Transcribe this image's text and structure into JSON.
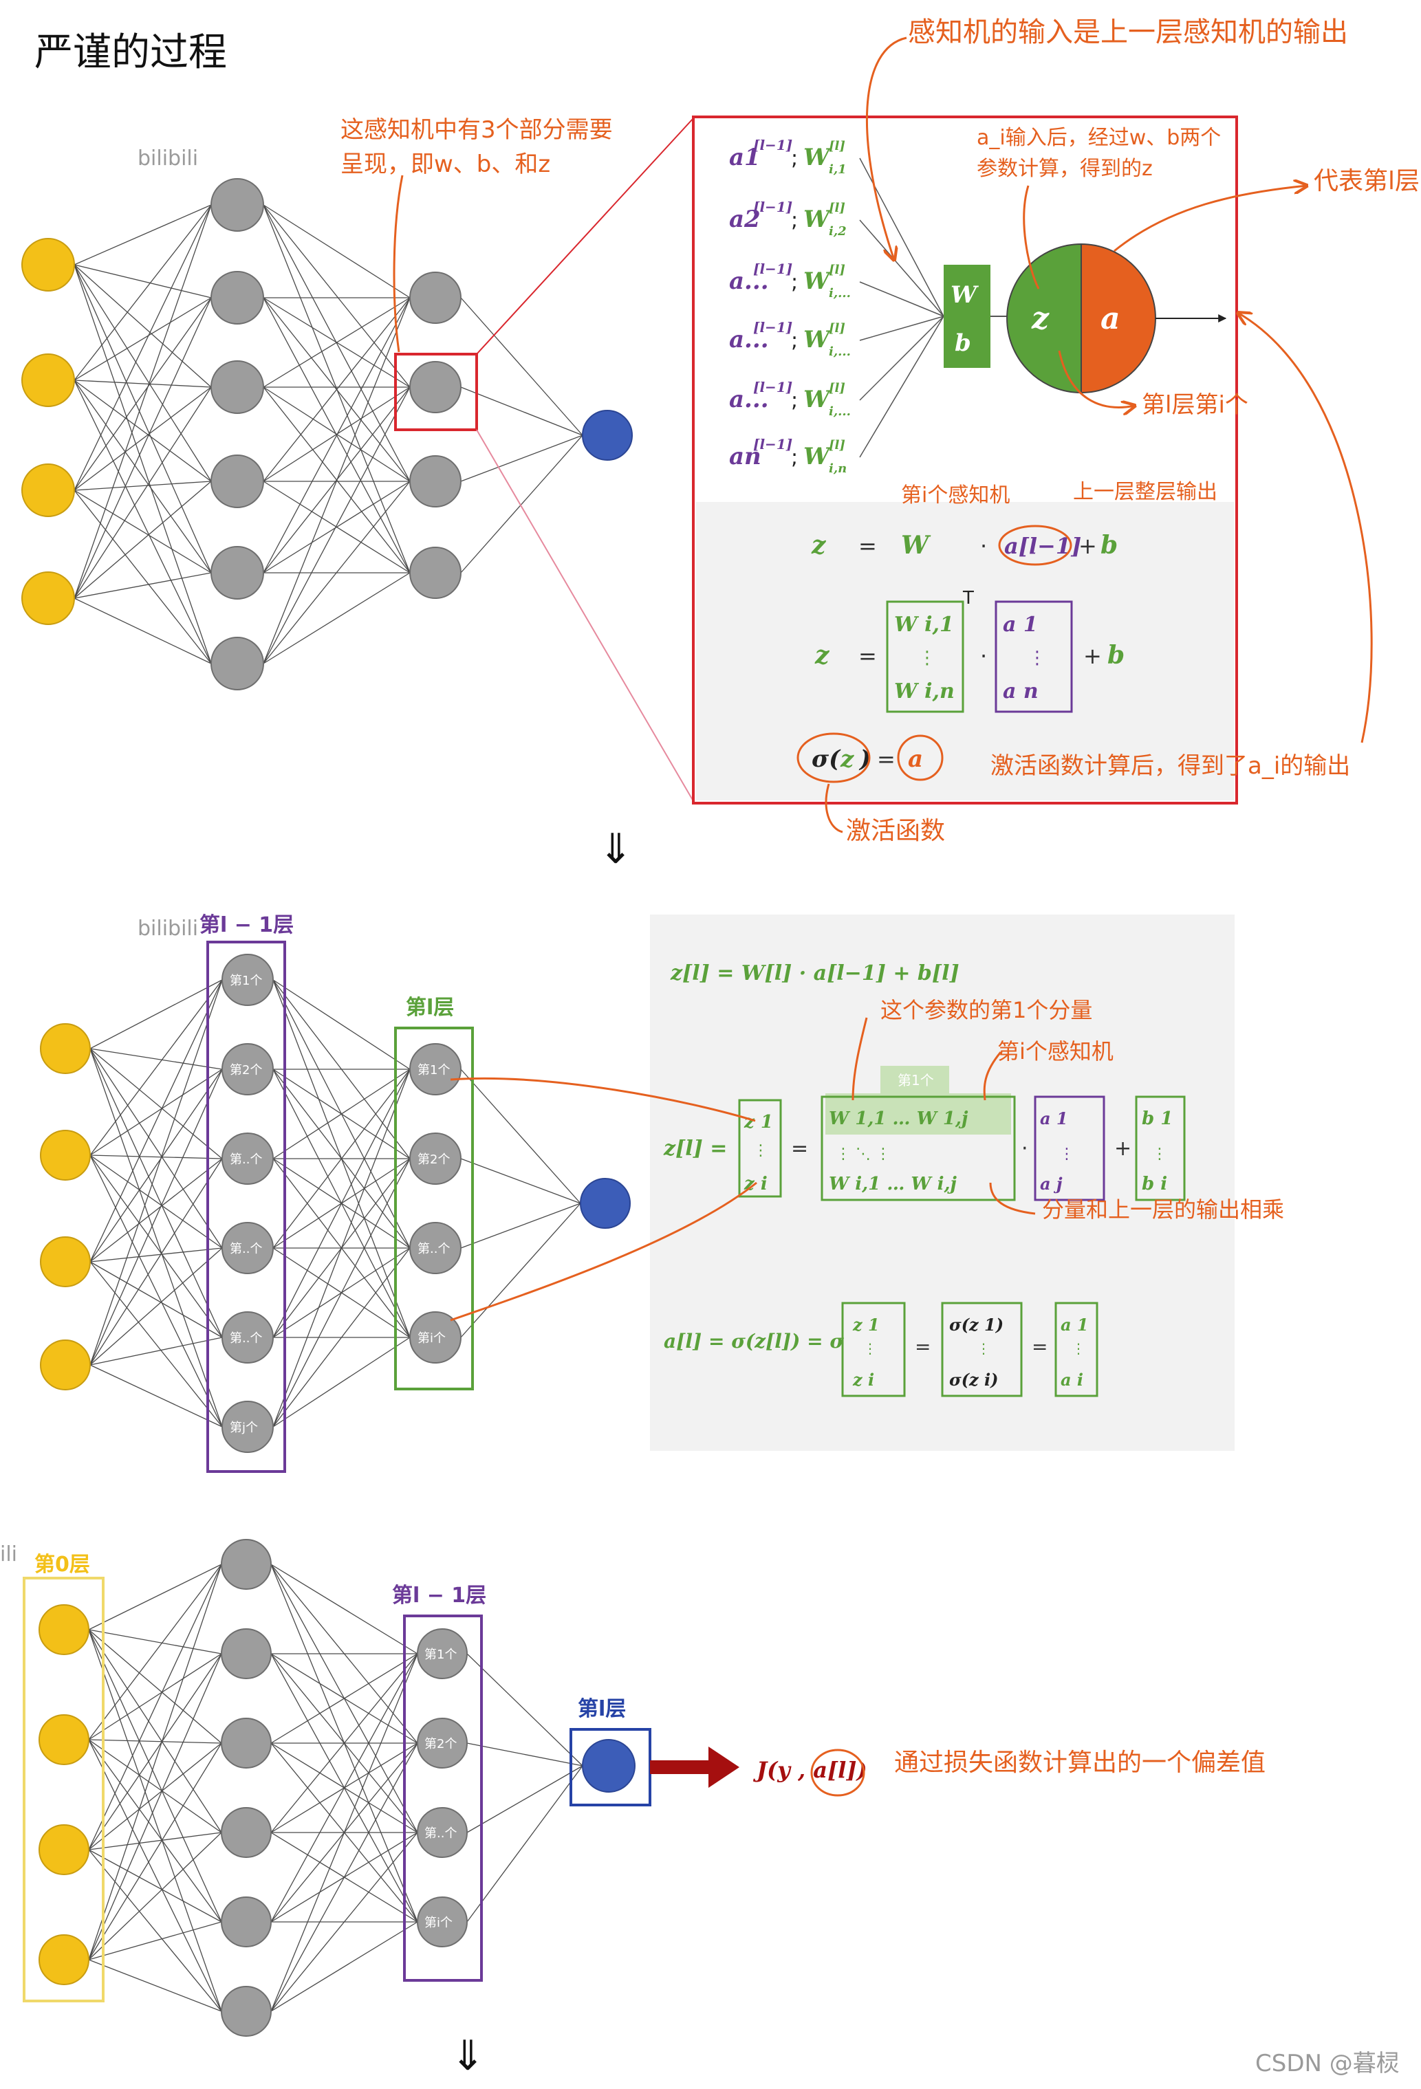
{
  "title": "严谨的过程",
  "panel1": {
    "ann_top": "感知机的输入是上一层感知机的输出",
    "ann_left": "这感知机中有3个部分需要呈现，即w、b、和z",
    "ann_input": "a_i输入后，经过w、b两个参数计算，得到的z",
    "ann_layer": "代表第l层",
    "ann_ith": "第l层第i个",
    "ann_perceptron": "第i个感知机",
    "ann_prev_out": "上一层整层输出",
    "ann_act_out": "激活函数计算后，得到了a_i的输出",
    "ann_act": "激活函数",
    "inputs": [
      {
        "a": "a",
        "asub": "1",
        "w": "W",
        "wsub": "i,1"
      },
      {
        "a": "a",
        "asub": "2",
        "w": "W",
        "wsub": "i,2"
      },
      {
        "a": "a",
        "asub": "...",
        "w": "W",
        "wsub": "i,..."
      },
      {
        "a": "a",
        "asub": "...",
        "w": "W",
        "wsub": "i,..."
      },
      {
        "a": "a",
        "asub": "...",
        "w": "W",
        "wsub": "i,..."
      },
      {
        "a": "a",
        "asub": "n",
        "w": "W",
        "wsub": "i,n"
      }
    ],
    "sup_prev": "[l−1]",
    "sup_cur": "[l]",
    "eq1": "z = W · a + b",
    "eq3": "σ(z) = a"
  },
  "panel2": {
    "layer_prev": "第l − 1层",
    "layer_cur": "第l层",
    "prev_nodes": [
      "第1个",
      "第2个",
      "第..个",
      "第..个",
      "第..个",
      "第j个"
    ],
    "cur_nodes": [
      "第1个",
      "第2个",
      "第..个",
      "第i个"
    ],
    "eq_top": "z[l] = W[l] · a[l−1] + b[l]",
    "highlight": "第1个",
    "ann_vector": "这个参数的第1个分量",
    "ann_perceptron": "第i个感知机",
    "ann_product": "分量和上一层的输出相乘"
  },
  "panel3": {
    "layer0": "第0层",
    "layer_prev": "第l − 1层",
    "layer_cur": "第l层",
    "prev_nodes": [
      "第1个",
      "第2个",
      "第..个",
      "第i个"
    ],
    "loss": "J(y , a[l])",
    "ann_loss": "通过损失函数计算出的一个偏差值"
  },
  "watermark_bili": "bilibili",
  "watermark_csdn": "CSDN @暮棂",
  "colors": {
    "accent": "#e5601f",
    "frame": "#d9272e",
    "green": "#5aa13a",
    "purple": "#6b3a98",
    "blue": "#2643a6"
  }
}
